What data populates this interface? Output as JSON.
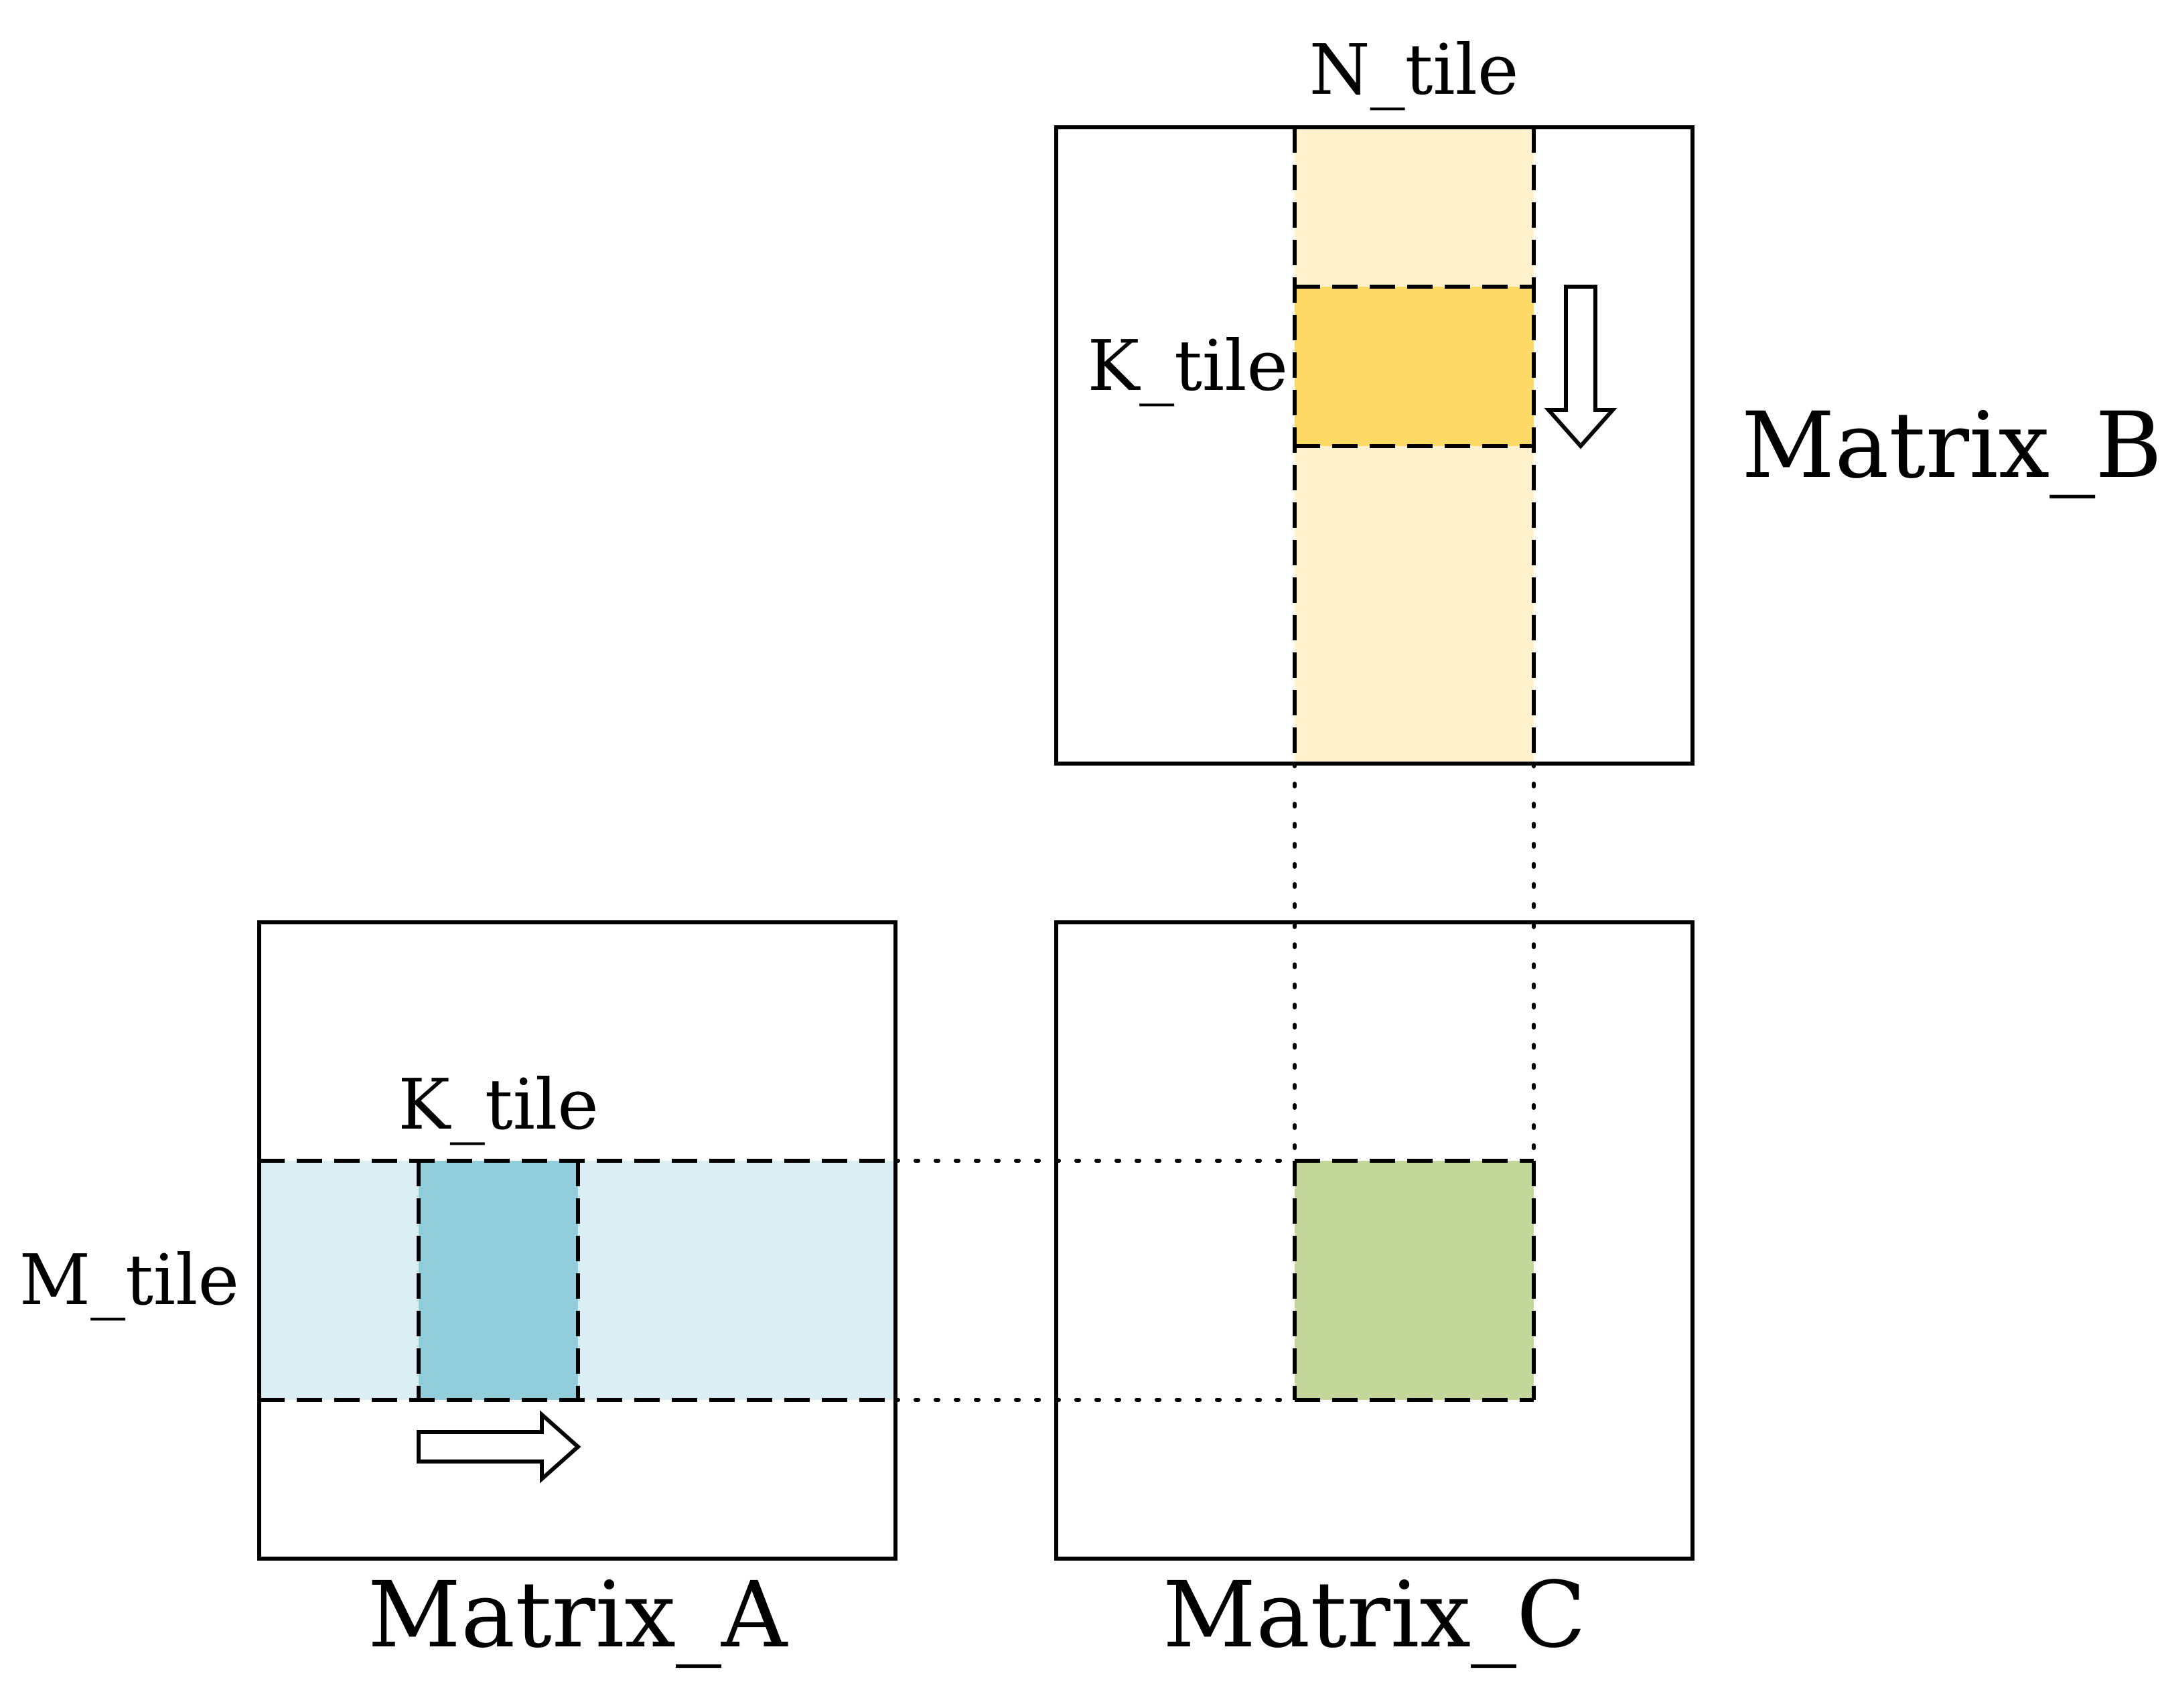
{
  "labels": {
    "n_tile": "N_tile",
    "k_tile_b": "K_tile",
    "matrix_b": "Matrix_B",
    "k_tile_a": "K_tile",
    "m_tile": "M_tile",
    "matrix_a": "Matrix_A",
    "matrix_c": "Matrix_C"
  },
  "colors": {
    "b_column_fill": "#fff2cc",
    "b_active_tile_fill": "#ffd966",
    "a_row_fill": "#daeef3",
    "a_active_tile_fill": "#92cddc",
    "c_tile_fill": "#c4d79b",
    "stroke": "#000000"
  }
}
